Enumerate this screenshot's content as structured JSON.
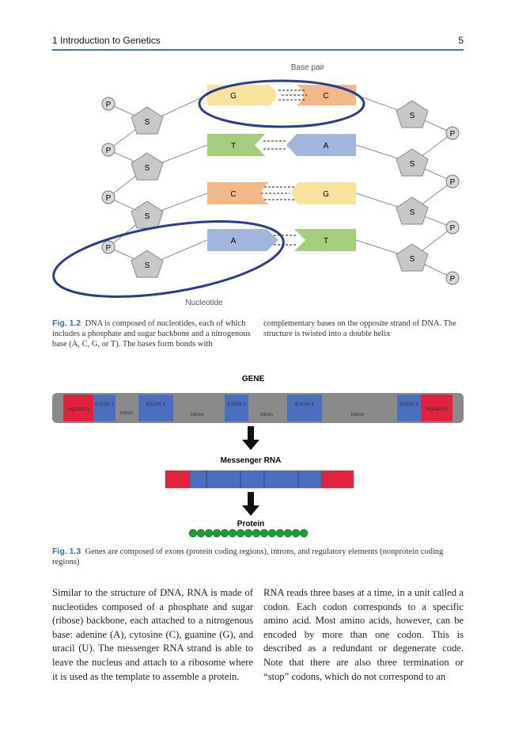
{
  "header": {
    "chapter": "1 Introduction to Genetics",
    "page_number": "5"
  },
  "fig12": {
    "base_pair_label": "Base pair",
    "nucleotide_label": "Nucleotide",
    "phosphate": "P",
    "sugar": "S",
    "rows": [
      {
        "left": "G",
        "right": "C"
      },
      {
        "left": "T",
        "right": "A"
      },
      {
        "left": "C",
        "right": "G"
      },
      {
        "left": "A",
        "right": "T"
      }
    ],
    "caption_label": "Fig. 1.2",
    "caption_col1": "DNA is composed of nucleotides, each of which includes a phosphate and sugar backbone and a nitrogenous base (A, C, G, or T). The bases form bonds with",
    "caption_col2": "complementary bases on the opposite strand of DNA. The structure is twisted into a double helix"
  },
  "fig13": {
    "gene_title": "GENE",
    "segments": {
      "reg_left": "regulatory",
      "exon1": "EXON 1",
      "intron1": "intron",
      "exon2": "EXON 2",
      "intron2": "intron",
      "exon3": "EXON 3",
      "intron3": "intron",
      "exon4": "EXON 4",
      "intron4": "intron",
      "exon5": "EXON 5",
      "reg_right": "regulatory"
    },
    "mrna_label": "Messenger RNA",
    "protein_label": "Protein",
    "caption_label": "Fig. 1.3",
    "caption": "Genes are composed of exons (protein coding regions), introns, and regulatory elements (nonprotein coding regions)"
  },
  "body": {
    "col1": "Similar to the structure of DNA, RNA is made of nucleotides composed of a phosphate and sugar (ribose) backbone, each attached to a nitrogenous base: adenine (A), cytosine (C), guanine (G), and uracil (U). The messenger RNA strand is able to leave the nucleus and attach to a ribosome where it is used as the template to assemble a protein.",
    "col2": "RNA reads three bases at a time, in a unit called a codon. Each codon corresponds to a specific amino acid. Most amino acids, however, can be encoded by more than one codon. This is described as a redundant or degenerate code. Note that there are also three termination or “stop” codons, which do not correspond to an"
  },
  "colors": {
    "accent_blue": "#2e6fb3",
    "yellow_base": "#f8e39c",
    "orange_base": "#f2b887",
    "green_base": "#a4ce7c",
    "blue_base": "#a2b5dd",
    "exon_blue": "#4a6fbf",
    "regulatory_red": "#e0233a",
    "gene_gray": "#8a8a8a",
    "protein_green": "#1f9a3a"
  }
}
